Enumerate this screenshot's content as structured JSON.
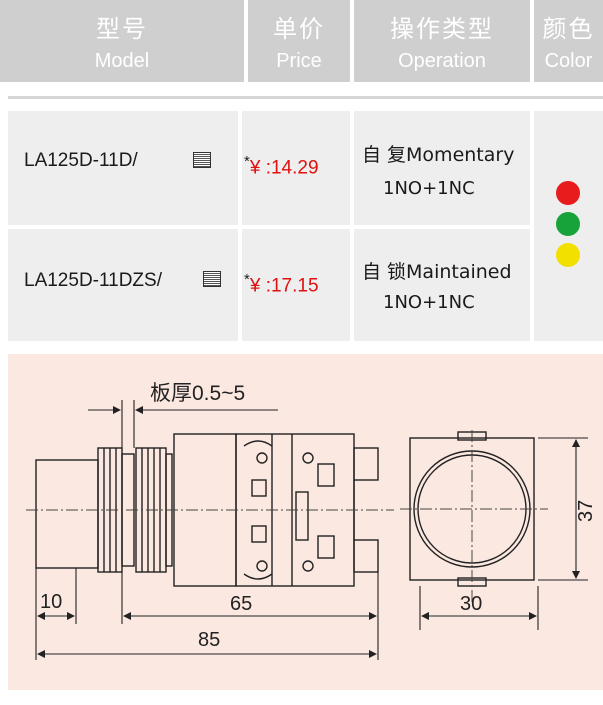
{
  "header": {
    "model": {
      "cn": "型号",
      "en": "Model"
    },
    "price": {
      "cn": "单价",
      "en": "Price"
    },
    "operation": {
      "cn": "操作类型",
      "en": "Operation"
    },
    "color": {
      "cn": "颜色",
      "en": "Color"
    }
  },
  "rows": [
    {
      "model": "LA125D-11D/",
      "price_star": "*",
      "price": "¥ :14.29",
      "op_type": "自 复Momentary",
      "op_contacts": "1NO+1NC"
    },
    {
      "model": "LA125D-11DZS/",
      "price_star": "*",
      "price": "¥ :17.15",
      "op_type": "自 锁Maintained",
      "op_contacts": "1NO+1NC"
    }
  ],
  "colors": [
    "#e81c1c",
    "#17a33a",
    "#f2e000"
  ],
  "drawing": {
    "panel_thickness": "板厚0.5~5",
    "dim_10": "10",
    "dim_65": "65",
    "dim_85": "85",
    "dim_30": "30",
    "dim_37": "37"
  }
}
